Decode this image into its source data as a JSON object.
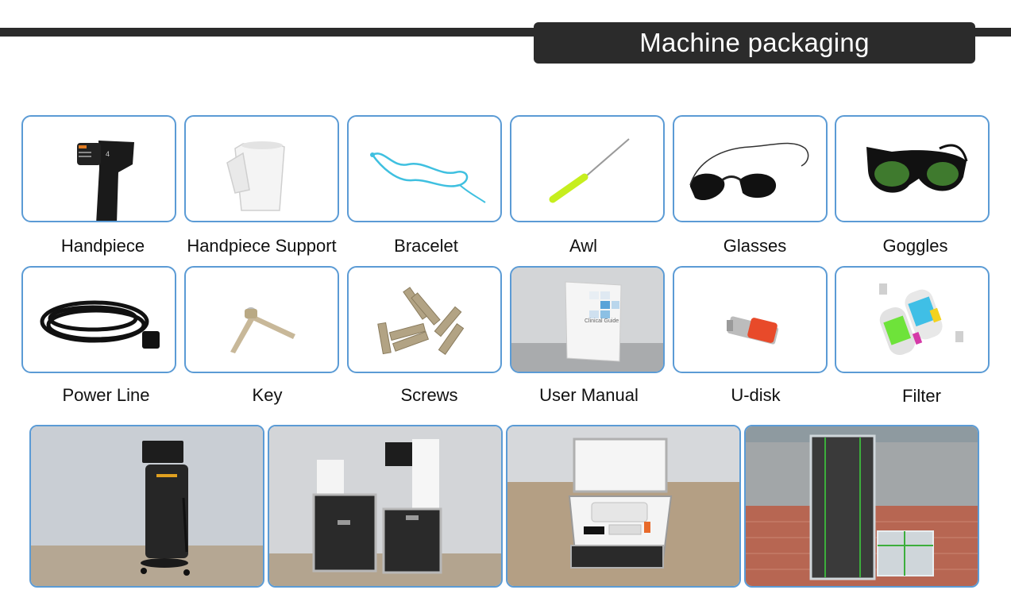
{
  "header": {
    "title": "Machine packaging"
  },
  "items": [
    {
      "label": "Handpiece",
      "icon": "handpiece-icon"
    },
    {
      "label": "Handpiece Support",
      "icon": "handpiece-support-icon"
    },
    {
      "label": "Bracelet",
      "icon": "bracelet-icon"
    },
    {
      "label": "Awl",
      "icon": "awl-icon"
    },
    {
      "label": "Glasses",
      "icon": "glasses-icon"
    },
    {
      "label": "Goggles",
      "icon": "goggles-icon"
    },
    {
      "label": "Power Line",
      "icon": "power-line-icon"
    },
    {
      "label": "Key",
      "icon": "key-icon"
    },
    {
      "label": "Screws",
      "icon": "screws-icon"
    },
    {
      "label": "User Manual",
      "icon": "user-manual-icon",
      "cover_text": "Clinical Guide"
    },
    {
      "label": "U-disk",
      "icon": "u-disk-icon"
    },
    {
      "label": "Filter",
      "icon": "filter-icon"
    }
  ],
  "photos": [
    {
      "name": "machine-standing-photo"
    },
    {
      "name": "machine-with-case-photo"
    },
    {
      "name": "open-accessory-case-photo"
    },
    {
      "name": "wrapped-cases-outdoor-photo"
    }
  ],
  "colors": {
    "card_border": "#5b9bd5",
    "header_bar": "#2b2b2b",
    "header_text": "#ffffff"
  }
}
